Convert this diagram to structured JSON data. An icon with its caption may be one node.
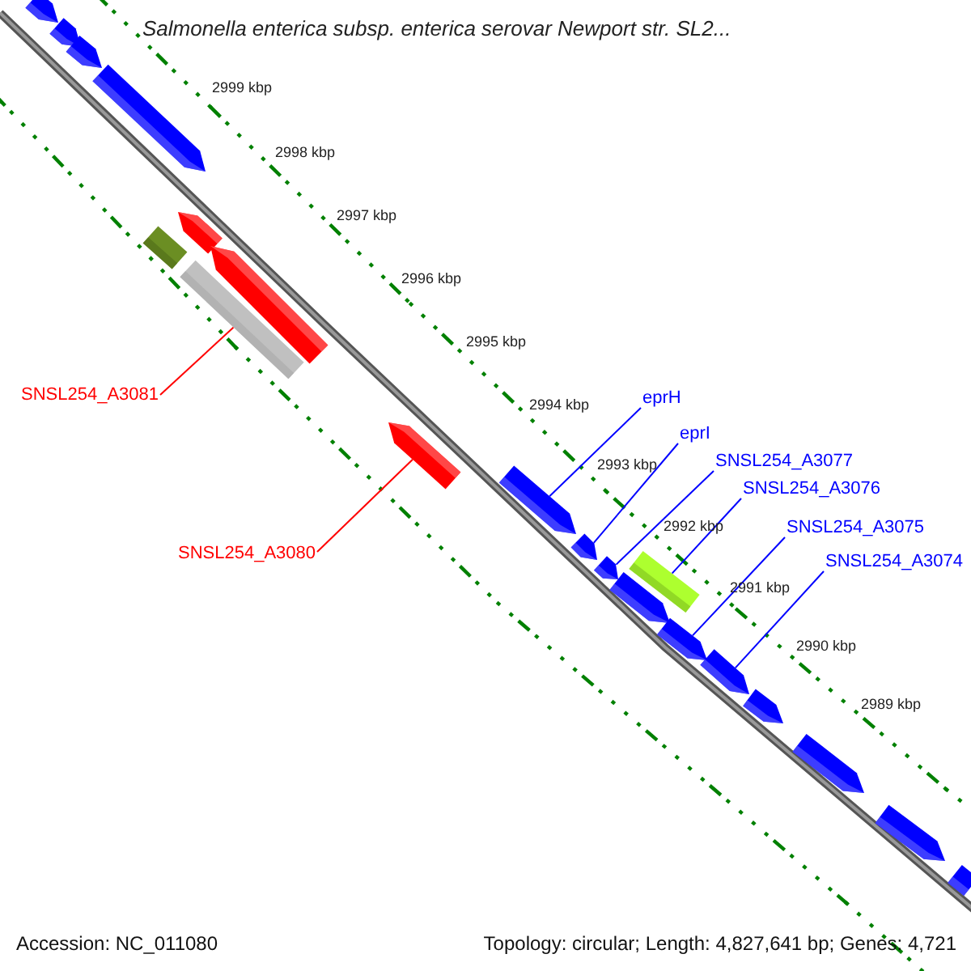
{
  "diagram": {
    "title": "Salmonella enterica subsp. enterica serovar Newport str. SL2...",
    "nodes": [
      {
        "text": [
          "SNSL254_A3081"
        ]
      },
      {
        "text": [
          "SNSL254_A3080"
        ]
      },
      {
        "text": [
          "eprH"
        ]
      },
      {
        "text": [
          "eprI"
        ]
      },
      {
        "text": [
          "SNSL254_A3077"
        ]
      },
      {
        "text": [
          "SNSL254_A3076"
        ]
      },
      {
        "text": [
          "SNSL254_A3075"
        ]
      },
      {
        "text": [
          "SNSL254_A3074"
        ]
      },
      {
        "text": [],
        "shape": "bar"
      },
      {
        "text": [],
        "shape": "bar"
      },
      {
        "text": [],
        "shape": "bar"
      },
      {
        "text": [],
        "shape": "bar"
      },
      {
        "text": [],
        "shape": "bar"
      },
      {
        "text": [],
        "shape": "bar"
      },
      {
        "text": [],
        "shape": "bar"
      },
      {
        "text": [],
        "shape": "bar"
      },
      {
        "text": [],
        "shape": "bar"
      },
      {
        "text": [],
        "shape": "bar"
      },
      {
        "text": [],
        "shape": "bar"
      },
      {
        "text": [],
        "shape": "bar"
      },
      {
        "text": [],
        "shape": "bar"
      },
      {
        "text": [],
        "shape": "bar"
      },
      {
        "text": [],
        "shape": "bar"
      },
      {
        "text": [],
        "shape": "bar"
      },
      {
        "text": [],
        "shape": "bar"
      },
      {
        "text": [],
        "shape": "bar"
      },
      {
        "text": [],
        "shape": "bar"
      },
      {
        "text": [],
        "shape": "bar"
      }
    ],
    "edges": [
      {
        "from": 0,
        "to": 14,
        "arrow": "none",
        "color": "#ff0000"
      },
      {
        "from": 1,
        "to": 16,
        "arrow": "none",
        "color": "#ff0000"
      },
      {
        "from": 2,
        "to": 17,
        "arrow": "none"
      },
      {
        "from": 3,
        "to": 18,
        "arrow": "none"
      },
      {
        "from": 4,
        "to": 19,
        "arrow": "none"
      },
      {
        "from": 5,
        "to": 21,
        "arrow": "none"
      },
      {
        "from": 6,
        "to": 22,
        "arrow": "none"
      },
      {
        "from": 7,
        "to": 23,
        "arrow": "none"
      }
    ],
    "labels": [
      "2999 kbp",
      "2998 kbp",
      "2997 kbp",
      "2996 kbp",
      "2995 kbp",
      "2994 kbp",
      "2993 kbp",
      "2992 kbp",
      "2991 kbp",
      "2990 kbp",
      "2989 kbp",
      "Accession: NC_011080",
      "Topology: circular; Length: 4,827,641 bp; Genes: 4,721"
    ]
  }
}
